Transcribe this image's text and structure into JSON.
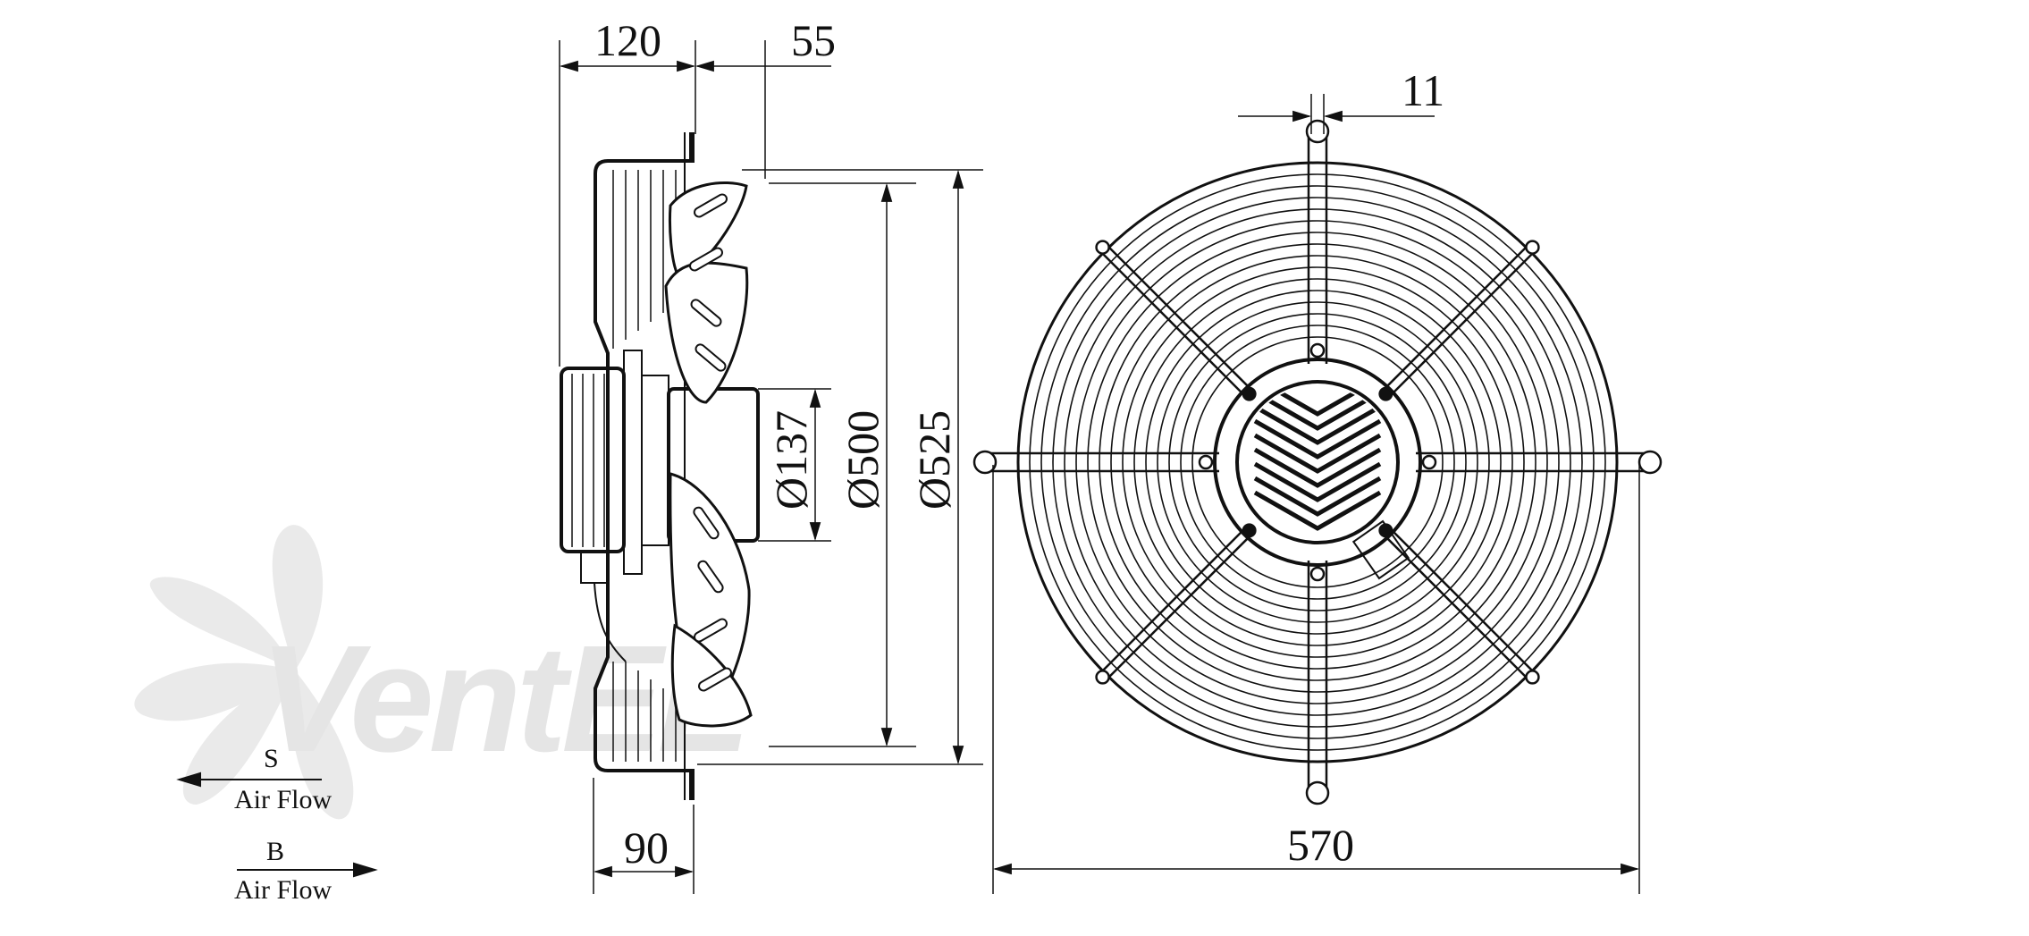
{
  "dimensions": {
    "top_left": "120",
    "top_right": "55",
    "bottom_depth": "90",
    "hub_diameter": "Ø137",
    "inner_diameter": "Ø500",
    "outer_diameter": "Ø525",
    "bracket_width": "11",
    "overall_width": "570"
  },
  "airflow": {
    "s_label": "S",
    "s_text": "Air Flow",
    "b_label": "B",
    "b_text": "Air Flow"
  },
  "watermark": {
    "brand": "VentEL",
    "colors": {
      "gray": "#e6e6e6",
      "blue": "#dbe8f4"
    }
  }
}
